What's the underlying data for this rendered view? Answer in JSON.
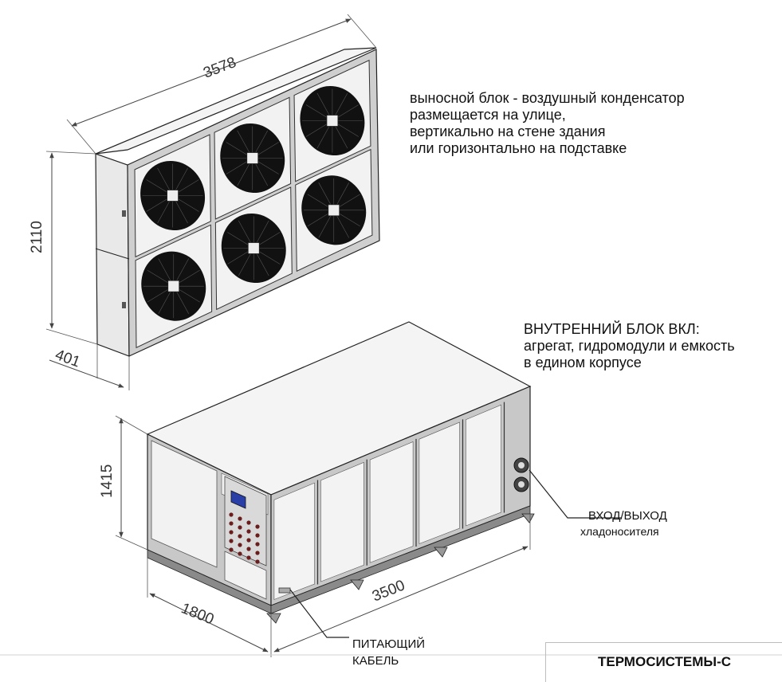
{
  "outdoor_note": {
    "lines": [
      "выносной блок - воздушный конденсатор",
      "размещается на улице,",
      "вертикально на стене здания",
      "или горизонтально на подставке"
    ]
  },
  "indoor_note": {
    "lines": [
      "ВНУТРЕННИЙ БЛОК ВКЛ:",
      "агрегат, гидромодули и емкость",
      "в едином корпусе"
    ]
  },
  "condenser": {
    "dim_width": "3578",
    "dim_height": "2110",
    "dim_depth": "401",
    "fan_count": 6
  },
  "unit": {
    "dim_height": "1415",
    "dim_depth": "1800",
    "dim_length": "3500"
  },
  "callouts": {
    "io_line1": "ВХОД/ВЫХОД",
    "io_line2": "хладоносителя",
    "cable_line1": "ПИТАЮЩИЙ",
    "cable_line2": "КАБЕЛЬ"
  },
  "brand": "ТЕРМОСИСТЕМЫ-С",
  "colors": {
    "frame": "#c8c8c8",
    "panel": "#f2f2f2",
    "fan": "#111111",
    "screen": "#2a3ea8",
    "base": "#8a8a8a"
  }
}
